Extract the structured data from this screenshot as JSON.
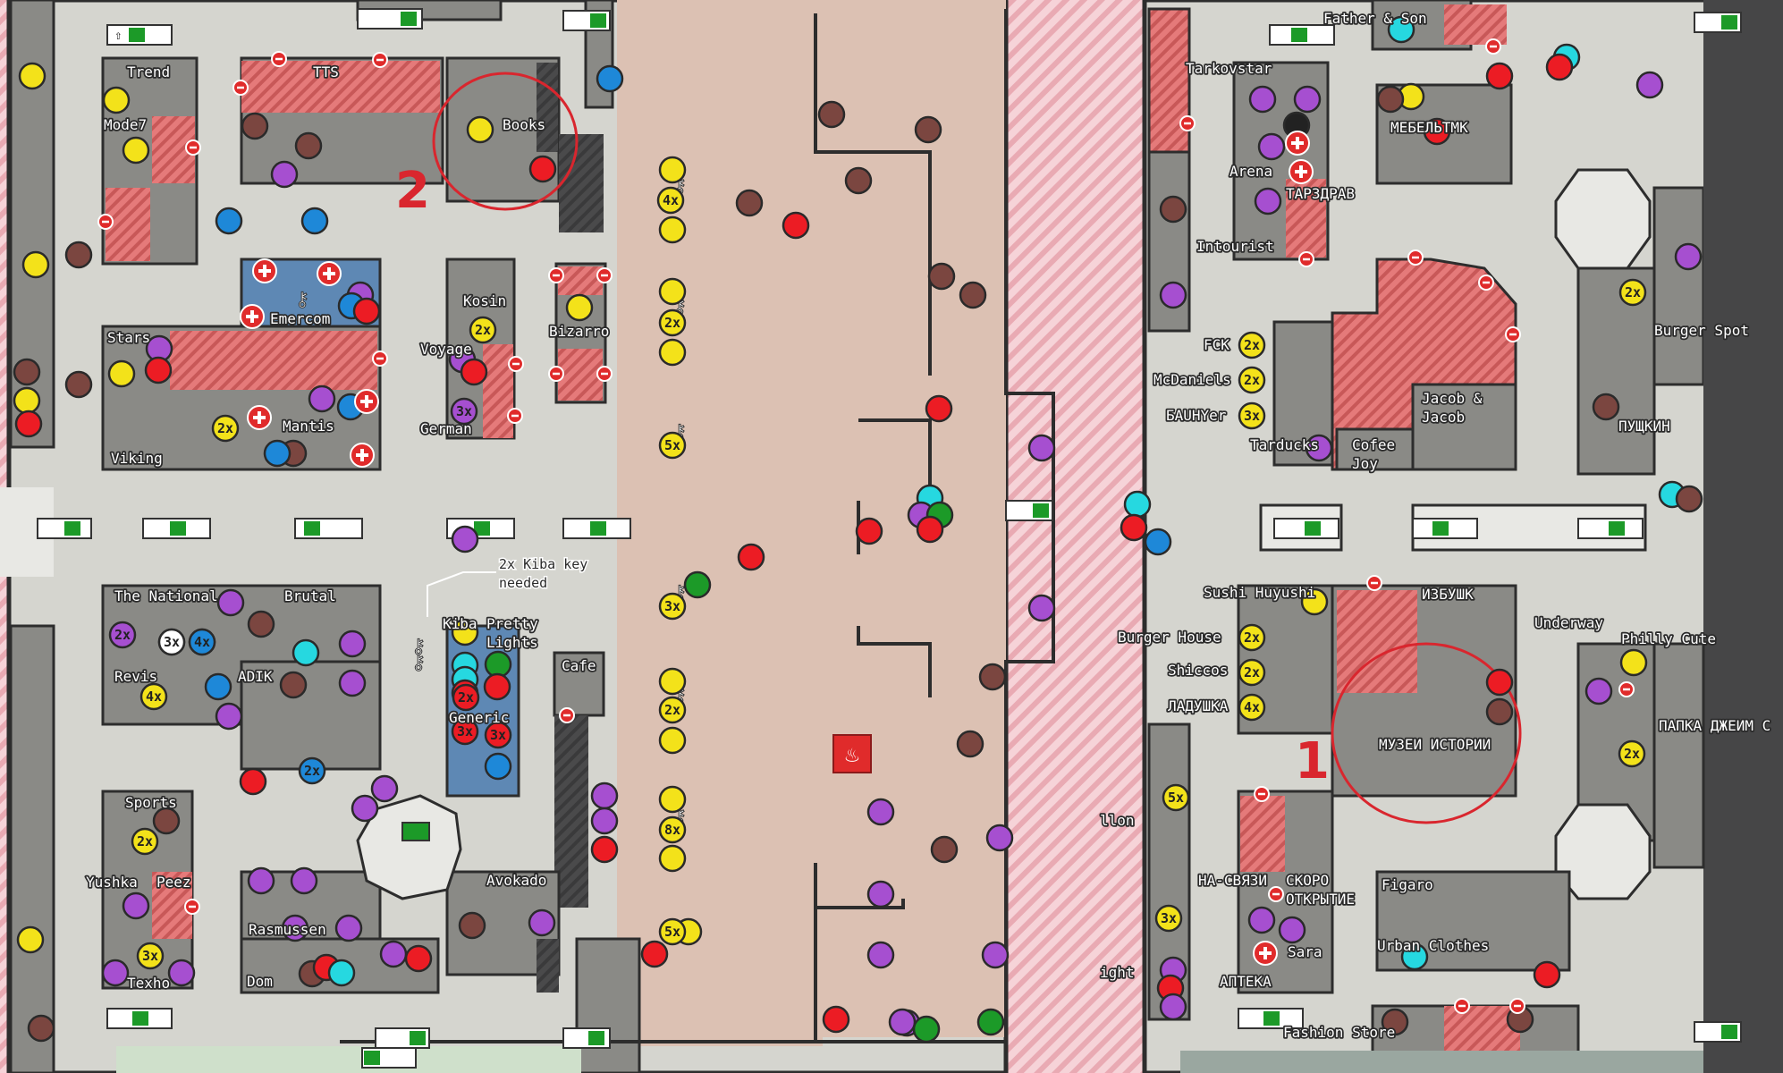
{
  "colors": {
    "background_hatch": "#f3c9cf",
    "floor": "#d5d5cf",
    "room": "#8a8a86",
    "corridor": "#dcc1b3",
    "blocked": "#e06c6c",
    "emercom": "#5e88b4",
    "annotation": "#d9262e",
    "dark": "#464647"
  },
  "marker_colors": {
    "yellow": "#f3e21a",
    "red": "#ec1c24",
    "brown": "#7b4640",
    "blue": "#1e88d8",
    "purple": "#a64fd0",
    "cyan": "#26d8e0",
    "green": "#1c9a28",
    "white": "#ffffff",
    "black": "#222222"
  },
  "labels": [
    {
      "id": "trend",
      "text": "Trend"
    },
    {
      "id": "tts",
      "text": "TTS"
    },
    {
      "id": "books",
      "text": "Books"
    },
    {
      "id": "mode7",
      "text": "Mode7"
    },
    {
      "id": "emercom",
      "text": "Emercom"
    },
    {
      "id": "stars",
      "text": "Stars"
    },
    {
      "id": "kosin",
      "text": "Kosin"
    },
    {
      "id": "bizarro",
      "text": "Bizarro"
    },
    {
      "id": "voyage",
      "text": "Voyage"
    },
    {
      "id": "german",
      "text": "German"
    },
    {
      "id": "mantis",
      "text": "Mantis"
    },
    {
      "id": "viking",
      "text": "Viking"
    },
    {
      "id": "national",
      "text": "The National"
    },
    {
      "id": "brutal",
      "text": "Brutal"
    },
    {
      "id": "kiba_note",
      "text": "2x Kiba key needed"
    },
    {
      "id": "kiba",
      "text": "Kiba"
    },
    {
      "id": "pretty",
      "text": "Pretty Lights"
    },
    {
      "id": "cafe",
      "text": "Cafe"
    },
    {
      "id": "revis",
      "text": "Revis"
    },
    {
      "id": "adik",
      "text": "ADIK"
    },
    {
      "id": "generic",
      "text": "Generic"
    },
    {
      "id": "sports",
      "text": "Sports"
    },
    {
      "id": "yushka",
      "text": "Yushka"
    },
    {
      "id": "peez",
      "text": "Peez"
    },
    {
      "id": "avokado",
      "text": "Avokado"
    },
    {
      "id": "rasmussen",
      "text": "Rasmussen"
    },
    {
      "id": "texho",
      "text": "Texho"
    },
    {
      "id": "dom",
      "text": "Dom"
    },
    {
      "id": "father",
      "text": "Father & Son"
    },
    {
      "id": "tarkovstar",
      "text": "Tarkovstar"
    },
    {
      "id": "mebel",
      "text": "МЕБЕЛЬТМК"
    },
    {
      "id": "arena",
      "text": "Arena"
    },
    {
      "id": "tarzdrav",
      "text": "ТАРЗДРАВ"
    },
    {
      "id": "intourist",
      "text": "Intourist"
    },
    {
      "id": "burgerspot",
      "text": "Burger Spot"
    },
    {
      "id": "fck",
      "text": "FCK"
    },
    {
      "id": "mcd",
      "text": "McDaniels"
    },
    {
      "id": "bauhyer",
      "text": "БАUНYer"
    },
    {
      "id": "jacob",
      "text": "Jacob & Jacob"
    },
    {
      "id": "pushkin",
      "text": "ПУЩКИН"
    },
    {
      "id": "tarducks",
      "text": "Tarducks"
    },
    {
      "id": "cofee",
      "text": "Cofee Joy"
    },
    {
      "id": "sushi",
      "text": "Sushi Huyushi"
    },
    {
      "id": "izbushk",
      "text": "ИЗБУШК"
    },
    {
      "id": "underway",
      "text": "Underway"
    },
    {
      "id": "burgerhouse",
      "text": "Burger House"
    },
    {
      "id": "philly",
      "text": "Philly Cute"
    },
    {
      "id": "shiccos",
      "text": "Shiccos"
    },
    {
      "id": "ladushka",
      "text": "ЛАДУШКА"
    },
    {
      "id": "papka",
      "text": "ПАПКА ДЖЕИМ С"
    },
    {
      "id": "muzei",
      "text": "МУЗЕИ ИСТОРИИ"
    },
    {
      "id": "nasvyazi",
      "text": "НА-СВЯЗИ"
    },
    {
      "id": "skoro",
      "text": "СКОРО ОТКРЫТИЕ"
    },
    {
      "id": "figaro",
      "text": "Figaro"
    },
    {
      "id": "sara",
      "text": "Sara"
    },
    {
      "id": "urban",
      "text": "Urban Clothes"
    },
    {
      "id": "apteka",
      "text": "АПТЕКА"
    },
    {
      "id": "fashion",
      "text": "Fashion Store"
    },
    {
      "id": "lon",
      "text": "llon"
    },
    {
      "id": "ight",
      "text": "ight"
    }
  ],
  "annotations": [
    {
      "id": "ann1",
      "text": "1"
    },
    {
      "id": "ann2",
      "text": "2"
    }
  ],
  "multiplier_badges": [
    "4x",
    "2x",
    "5x",
    "3x",
    "2x",
    "8x",
    "5x",
    "2x",
    "2x",
    "3x",
    "2x",
    "4x",
    "2x",
    "2x",
    "3x",
    "3x",
    "3x",
    "3x",
    "4x",
    "2x",
    "2x",
    "2x",
    "3x",
    "2x",
    "2x",
    "2x"
  ]
}
